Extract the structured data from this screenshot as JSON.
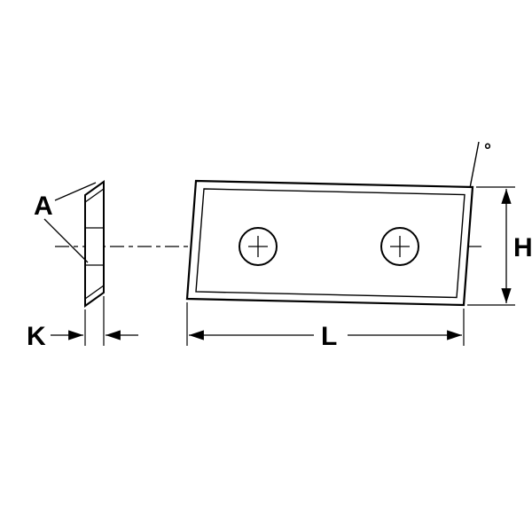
{
  "figure": {
    "labels": {
      "bevel": "A",
      "thickness": "K",
      "length": "L",
      "height": "H",
      "angle_symbol": "°"
    },
    "colors": {
      "line": "#000000",
      "background": "#ffffff"
    }
  }
}
